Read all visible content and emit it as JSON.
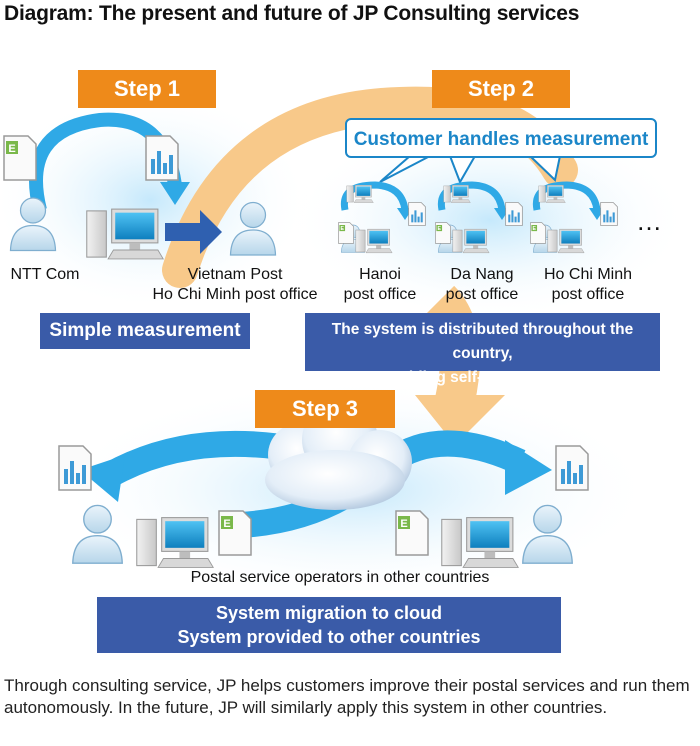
{
  "title": "Diagram: The present and future of JP Consulting services",
  "steps": {
    "step1": "Step 1",
    "step2": "Step 2",
    "step3": "Step 3"
  },
  "bubble": "Customer handles measurement",
  "labels": {
    "ntt": "NTT Com",
    "vietnam1": "Vietnam Post",
    "vietnam2": "Ho Chi Minh post office",
    "hanoi1": "Hanoi",
    "hanoi2": "post office",
    "danang1": "Da Nang",
    "danang2": "post office",
    "hcm1": "Ho Chi Minh",
    "hcm2": "post office",
    "ellipsis": "…",
    "postal": "Postal service operators in other countries"
  },
  "boxes": {
    "simple": "Simple measurement",
    "distributed1": "The system is distributed throughout the country,",
    "distributed2": "enabling self-measurement",
    "migration1": "System migration to cloud",
    "migration2": "System provided to other countries"
  },
  "icons": {
    "e_badge": "E"
  },
  "caption": "Through consulting service, JP helps customers improve their postal services and run them autonomously. In the future, JP will similarly apply this system in other countries.",
  "colors": {
    "orange": "#ee8a1a",
    "blue_box": "#3a5ba8",
    "cyan": "#1b86c8",
    "light_orange": "#f8c98a",
    "green": "#7ab84a"
  }
}
